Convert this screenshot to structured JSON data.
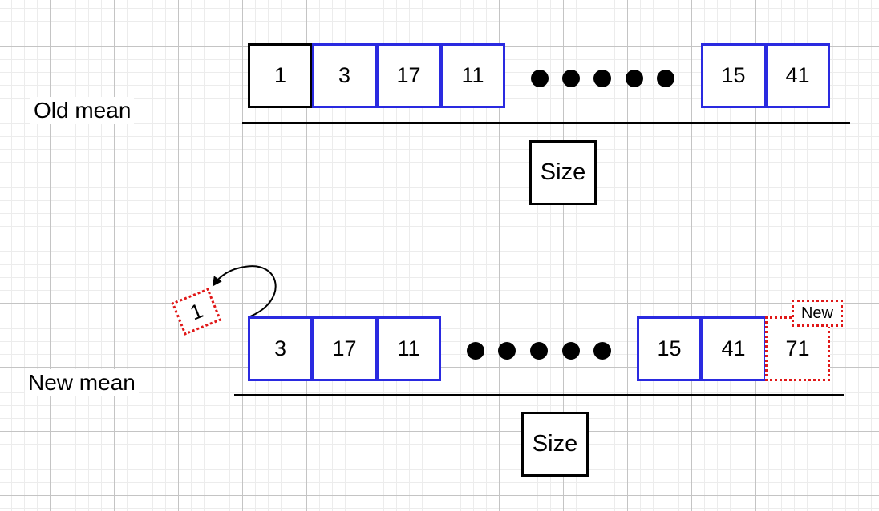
{
  "old_row": {
    "label": "Old mean",
    "cells_before": [
      {
        "value": "1",
        "style": "black"
      },
      {
        "value": "3",
        "style": "blue"
      },
      {
        "value": "17",
        "style": "blue"
      },
      {
        "value": "11",
        "style": "blue"
      }
    ],
    "cells_after": [
      {
        "value": "15",
        "style": "blue"
      },
      {
        "value": "41",
        "style": "blue"
      }
    ],
    "size_label": "Size"
  },
  "new_row": {
    "label": "New mean",
    "cells_before": [
      {
        "value": "3",
        "style": "blue"
      },
      {
        "value": "17",
        "style": "blue"
      },
      {
        "value": "11",
        "style": "blue"
      }
    ],
    "cells_after": [
      {
        "value": "15",
        "style": "blue"
      },
      {
        "value": "41",
        "style": "blue"
      },
      {
        "value": "71",
        "style": "red-dotted"
      }
    ],
    "size_label": "Size",
    "removed_value": "1",
    "new_tag": "New"
  },
  "colors": {
    "blue_border": "#2a2ae0",
    "red_dotted": "#e01818",
    "black": "#000000"
  }
}
